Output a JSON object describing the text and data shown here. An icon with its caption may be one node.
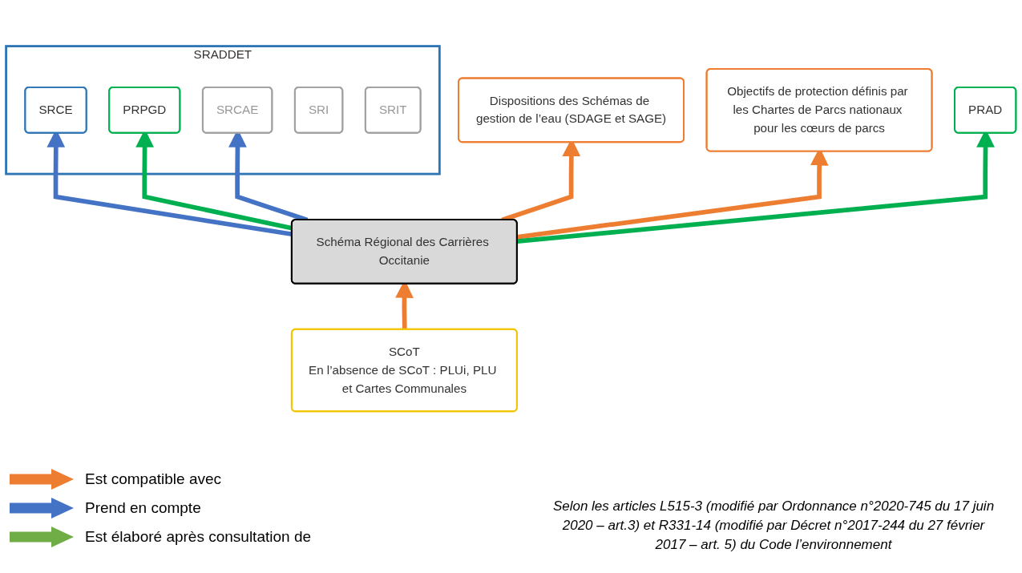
{
  "diagram": {
    "nodes": [
      {
        "text": [
          "Dispositions des Schémas de gestion de l’eau (SDAGE et SAGE)"
        ]
      },
      {
        "text": [
          "Objectifs de protection définis par les Chartes de Parcs nationaux pour les cœurs de parcs"
        ]
      },
      {
        "text": [
          "SRADDET"
        ]
      },
      {
        "text": [
          "SRCE"
        ],
        "in": 2
      },
      {
        "text": [
          "PRPGD"
        ],
        "in": 2
      },
      {
        "text": [
          "SRCAE"
        ],
        "in": 2
      },
      {
        "text": [
          "SRI"
        ],
        "in": 2
      },
      {
        "text": [
          "SRIT"
        ],
        "in": 2
      },
      {
        "text": [
          "PRAD"
        ]
      },
      {
        "text": [
          "Schéma Régional des Carrières Occitanie"
        ]
      },
      {
        "text": [
          "SCoT",
          "En l’absence de SCoT : PLUi, PLU et Cartes Communales"
        ]
      }
    ],
    "edges": [
      {
        "from": 9,
        "to": 0,
        "arrow": "to"
      },
      {
        "from": 9,
        "to": 1,
        "arrow": "to"
      },
      {
        "from": 9,
        "to": 3,
        "arrow": "to",
        "color": "#4472c4"
      },
      {
        "from": 9,
        "to": 4,
        "arrow": "to",
        "color": "#00b050"
      },
      {
        "from": 9,
        "to": 5,
        "arrow": "to",
        "color": "#4472c4"
      },
      {
        "from": 9,
        "to": 8,
        "arrow": "to",
        "color": "#00b050"
      },
      {
        "from": 10,
        "to": 9,
        "arrow": "to"
      }
    ],
    "labels": [
      "Selon les articles L515-3 (modifié par Ordonnance n°2020-745 du 17 juin 2020 – art.3) et R331-14 (modifié par Décret n°2017-244 du 27 février 2017 – art. 5) du Code l’environnement"
    ],
    "legend": [
      {
        "text": "Est compatible avec",
        "color": "#ed7d31"
      },
      {
        "text": "Prend en compte",
        "color": "#4472c4"
      },
      {
        "text": "Est élaboré après consultation de",
        "color": "#70ad47"
      }
    ]
  }
}
